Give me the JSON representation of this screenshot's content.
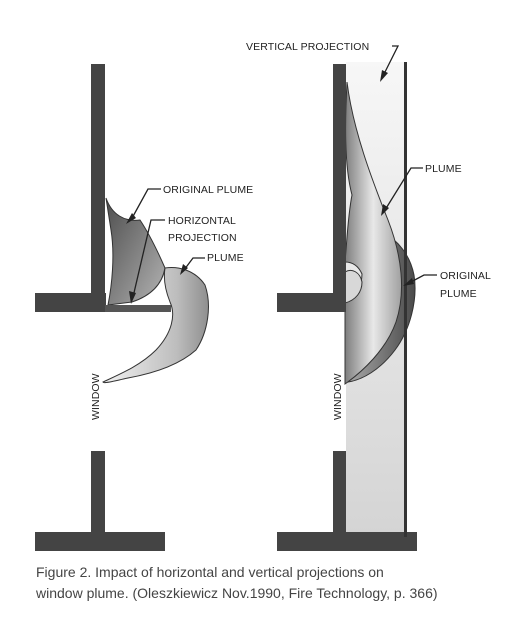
{
  "colors": {
    "wall": "#444444",
    "plume_dark": "#5a5a5a",
    "plume_mid": "#8d8d8d",
    "plume_light": "#dcdcdc",
    "projection_fill": "#e6e6e6",
    "text": "#222222",
    "caption_text": "#444444"
  },
  "left_diagram": {
    "labels": {
      "original_plume": "ORIGINAL PLUME",
      "horizontal_projection_line1": "HORIZONTAL",
      "horizontal_projection_line2": "PROJECTION",
      "plume": "PLUME",
      "window": "WINDOW"
    }
  },
  "right_diagram": {
    "labels": {
      "vertical_projection": "VERTICAL PROJECTION",
      "plume": "PLUME",
      "original_plume_line1": "ORIGINAL",
      "original_plume_line2": "PLUME",
      "window": "WINDOW"
    }
  },
  "caption": {
    "line1": "Figure 2. Impact of horizontal and vertical projections on",
    "line2": "window plume.  (Oleszkiewicz Nov.1990, Fire Technology, p. 366)"
  }
}
